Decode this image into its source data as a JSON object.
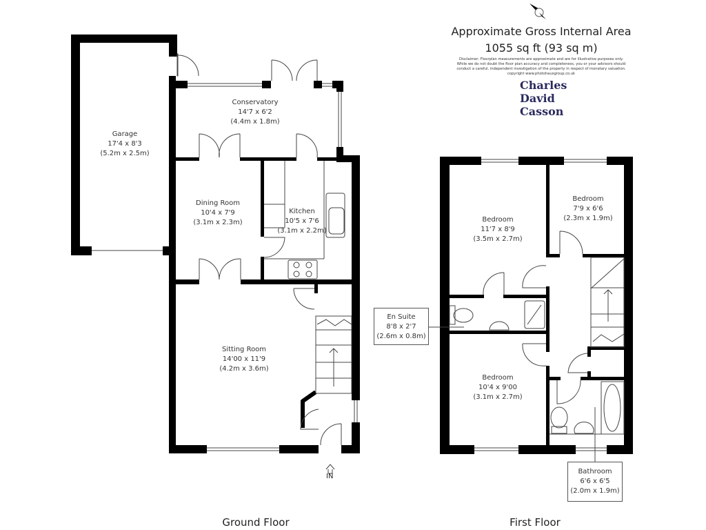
{
  "header": {
    "title": "Approximate Gross Internal Area",
    "area": "1055 sq ft (93 sq m)",
    "disclaimer": [
      "Disclaimer: Floorplan measurements are approximate and are for illustrative purposes only.",
      "While we do not doubt the floor plan accuracy and completeness, you or your advisors should",
      "conduct a careful, independent investigation of the property in respect of monetary valuation.",
      "copyright www.photohausgroup.co.uk"
    ],
    "brand": [
      "Charles",
      "David",
      "Casson"
    ],
    "compass_icon": "north-arrow-icon"
  },
  "ground_floor": {
    "label": "Ground Floor",
    "entrance": "IN",
    "rooms": [
      {
        "name": "Garage",
        "imperial": "17'4 x 8'3",
        "metric": "(5.2m x 2.5m)"
      },
      {
        "name": "Conservatory",
        "imperial": "14'7 x 6'2",
        "metric": "(4.4m x 1.8m)"
      },
      {
        "name": "Dining Room",
        "imperial": "10'4 x 7'9",
        "metric": "(3.1m x 2.3m)"
      },
      {
        "name": "Kitchen",
        "imperial": "10'5 x 7'6",
        "metric": "(3.1m x 2.2m)"
      },
      {
        "name": "Sitting Room",
        "imperial": "14'00 x 11'9",
        "metric": "(4.2m x 3.6m)"
      }
    ]
  },
  "first_floor": {
    "label": "First Floor",
    "rooms": [
      {
        "name": "Bedroom",
        "imperial": "11'7 x 8'9",
        "metric": "(3.5m x 2.7m)"
      },
      {
        "name": "Bedroom",
        "imperial": "7'9 x 6'6",
        "metric": "(2.3m x 1.9m)"
      },
      {
        "name": "Bedroom",
        "imperial": "10'4 x 9'00",
        "metric": "(3.1m x 2.7m)"
      },
      {
        "name": "En Suite",
        "imperial": "8'8 x 2'7",
        "metric": "(2.6m x 0.8m)"
      },
      {
        "name": "Bathroom",
        "imperial": "6'6 x 6'5",
        "metric": "(2.0m x 1.9m)"
      }
    ]
  },
  "colors": {
    "wall": "#000000",
    "brand": "#2a2a5e"
  }
}
